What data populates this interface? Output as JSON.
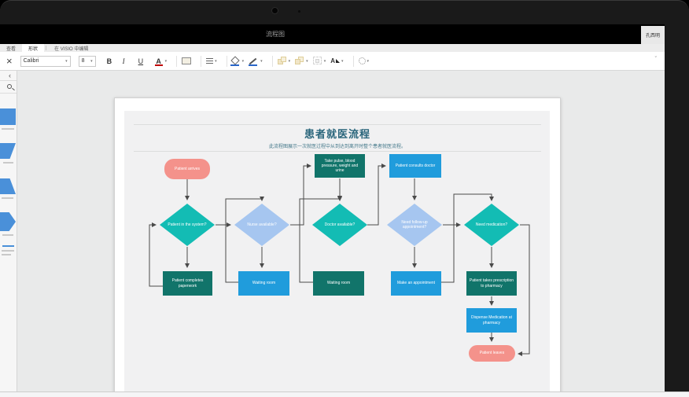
{
  "titlebar": {
    "app_title": "流程图",
    "user_name": "孔西明"
  },
  "ribbon": {
    "tabs": [
      {
        "label": "查看",
        "active": false
      },
      {
        "label": "形状",
        "active": true
      },
      {
        "label": "在 VISIO 中编辑",
        "active": false
      }
    ],
    "font_name": "Calibri",
    "font_size": "8",
    "bold_label": "B",
    "italic_label": "I",
    "underline_label": "U",
    "font_color_label": "A"
  },
  "diagram": {
    "title": "患者就医流程",
    "subtitle": "此流程图展示一次就医过程中从到达到离开时整个患者就医流程。",
    "nodes": [
      {
        "id": "patient-arrives",
        "type": "start",
        "label": "Patient arrives",
        "color": "#f4928b"
      },
      {
        "id": "take-pulse",
        "type": "process",
        "label": "Take pulse, blood pressure, weight and urine",
        "color": "#11746a"
      },
      {
        "id": "patient-consults-doctor",
        "type": "process",
        "label": "Patient consults doctor",
        "color": "#209cdc"
      },
      {
        "id": "patient-in-system",
        "type": "decision",
        "label": "Patient in the system?",
        "color": "#13bcb4"
      },
      {
        "id": "nurse-available",
        "type": "decision",
        "label": "Nurse available?",
        "color": "#a6c6f0"
      },
      {
        "id": "doctor-available",
        "type": "decision",
        "label": "Doctor available?",
        "color": "#13bcb4"
      },
      {
        "id": "need-follow-up-appointment",
        "type": "decision",
        "label": "Need follow-up appointment?",
        "color": "#a6c6f0"
      },
      {
        "id": "need-medication",
        "type": "decision",
        "label": "Need medication?",
        "color": "#13bcb4"
      },
      {
        "id": "patient-completes-paperwork",
        "type": "process",
        "label": "Patient completes paperwork",
        "color": "#11746a"
      },
      {
        "id": "waiting-room-1",
        "type": "process",
        "label": "Waiting room",
        "color": "#209cdc"
      },
      {
        "id": "waiting-room-2",
        "type": "process",
        "label": "Waiting room",
        "color": "#11746a"
      },
      {
        "id": "make-appointment",
        "type": "process",
        "label": "Make an appointment",
        "color": "#209cdc"
      },
      {
        "id": "prescription-to-pharmacy",
        "type": "process",
        "label": "Patient takes prescription to pharmacy",
        "color": "#11746a"
      },
      {
        "id": "dispense-medication",
        "type": "process",
        "label": "Dispense Medication at pharmacy",
        "color": "#209cdc"
      },
      {
        "id": "patient-leaves",
        "type": "start",
        "label": "Patient leaves",
        "color": "#f4928b"
      }
    ]
  },
  "colors": {
    "connector": "#4a4a4a",
    "teal": "#13bcb4",
    "light_blue": "#a6c6f0",
    "dark_teal": "#11746a",
    "accent_blue": "#209cdc",
    "pink": "#f4928b"
  }
}
